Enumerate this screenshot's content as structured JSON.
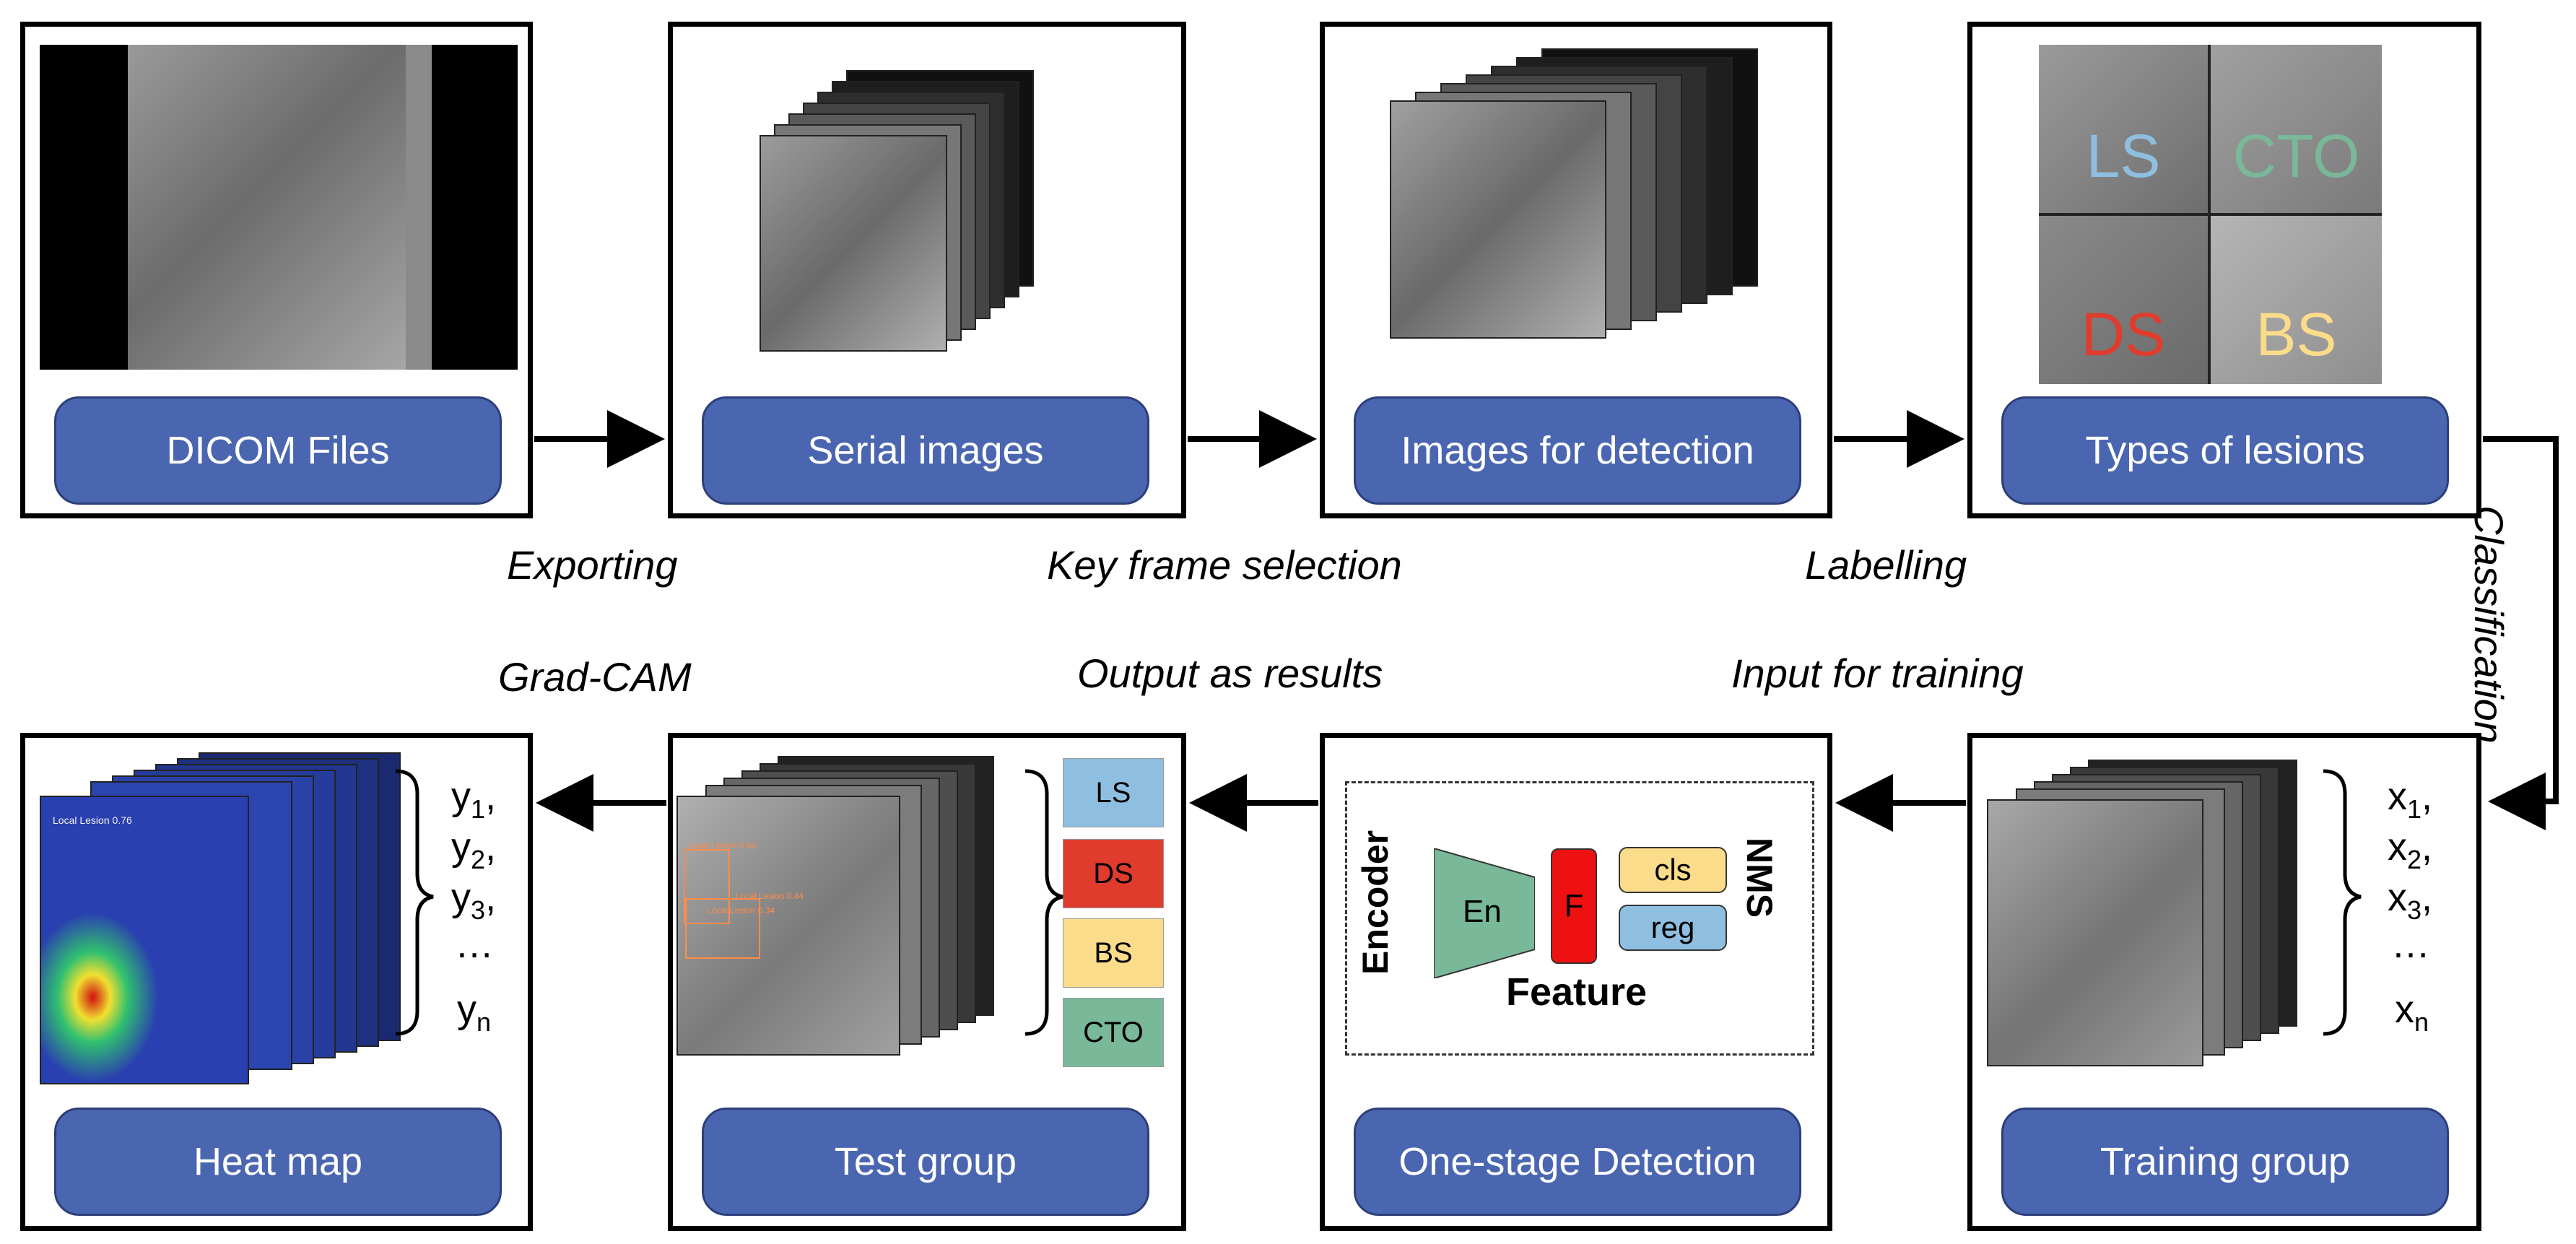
{
  "colors": {
    "pill": "#4a66b0",
    "ls": "#8fbfe0",
    "ds": "#e03c2e",
    "bs": "#fbdc8a",
    "cto": "#79b899",
    "encoder": "#79b899",
    "feature": "#ee1111",
    "cls": "#fbdc8a",
    "reg": "#8fbfe0"
  },
  "top": {
    "dicom": "DICOM Files",
    "serial": "Serial images",
    "detection_images": "Images for detection",
    "lesion_types": "Types of lesions"
  },
  "lesions": {
    "ls": "LS",
    "cto": "CTO",
    "ds": "DS",
    "bs": "BS"
  },
  "steps": {
    "exporting": "Exporting",
    "key_frame": "Key frame selection",
    "labelling": "Labelling",
    "classification": "Classification",
    "input_training": "Input for training",
    "output_results": "Output as results",
    "gradcam": "Grad-CAM"
  },
  "bottom": {
    "training": "Training group",
    "detection": "One-stage Detection",
    "test": "Test group",
    "heatmap": "Heat map"
  },
  "model": {
    "encoder": "Encoder",
    "en": "En",
    "f": "F",
    "cls": "cls",
    "reg": "reg",
    "nms": "NMS",
    "feature": "Feature"
  },
  "xs": {
    "x1": "x",
    "x1s": "1",
    "x1c": ",",
    "x2": "x",
    "x2s": "2",
    "x2c": ",",
    "x3": "x",
    "x3s": "3",
    "x3c": ",",
    "dots": "…",
    "xn": "x",
    "xns": "n"
  },
  "ys": {
    "y1": "y",
    "y1s": "1",
    "y1c": ",",
    "y2": "y",
    "y2s": "2",
    "y2c": ",",
    "y3": "y",
    "y3s": "3",
    "y3c": ",",
    "dots": "…",
    "yn": "y",
    "yns": "n"
  },
  "heat_label": "Local Lesion 0.76",
  "test_labels": {
    "a": "Local Lesion 0.66",
    "b": "Local Lesion 0.34",
    "c": "Local Lesion 0.44"
  }
}
